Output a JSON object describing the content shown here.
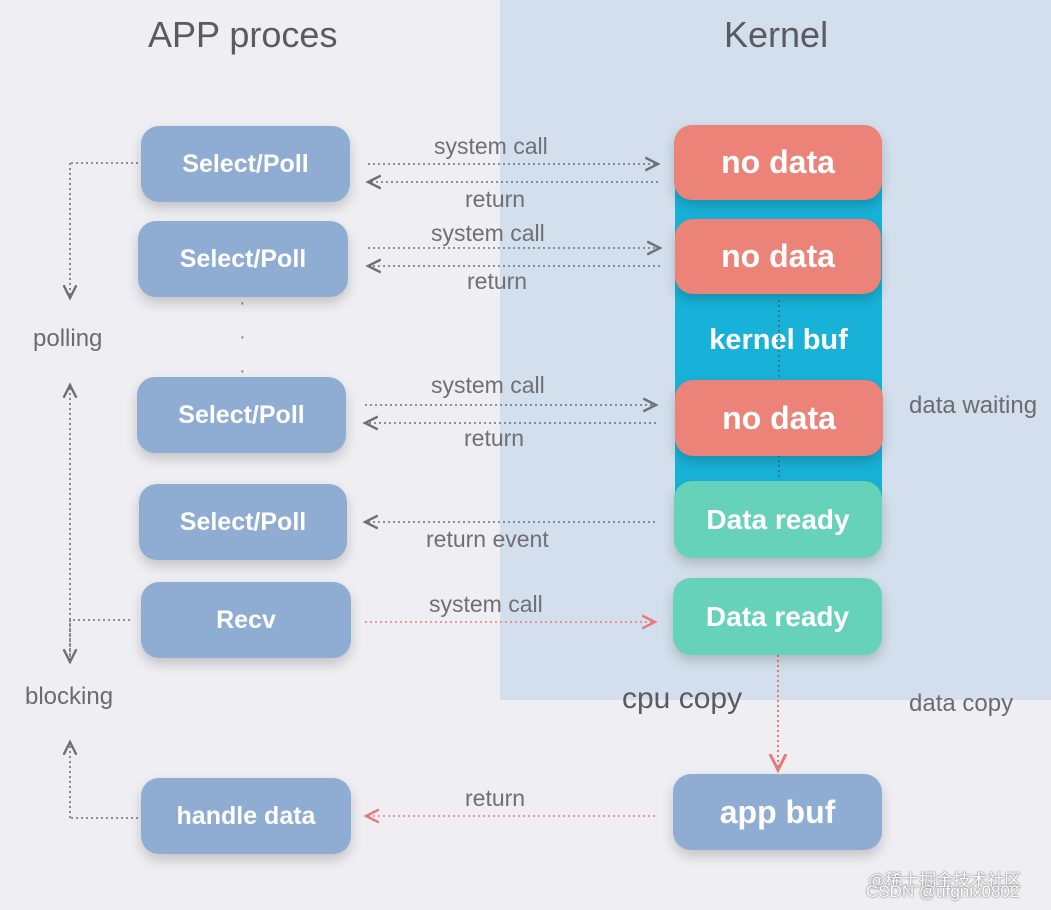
{
  "titles": {
    "app": "APP proces",
    "kernel": "Kernel"
  },
  "side_labels": {
    "polling": "polling",
    "blocking": "blocking",
    "data_waiting": "data waiting",
    "data_copy": "data copy",
    "cpu_copy": "cpu copy"
  },
  "app_boxes": [
    "Select/Poll",
    "Select/Poll",
    "Select/Poll",
    "Select/Poll",
    "Recv",
    "handle data"
  ],
  "kernel_boxes": [
    "no data",
    "no data",
    "no data",
    "Data ready",
    "Data ready",
    "app buf"
  ],
  "kernel_buf": "kernel buf",
  "arrow_labels": {
    "call1": "system call",
    "ret1": "return",
    "call2": "system call",
    "ret2": "return",
    "call3": "system call",
    "ret3": "return",
    "ret_event": "return event",
    "call_recv": "system call",
    "ret_handle": "return"
  },
  "watermark": {
    "line1": "@稀土掘金技术社区",
    "line2": "CSDN @ufgnix0802"
  },
  "colors": {
    "app_box": "#8fadd3",
    "no_data": "#ec8378",
    "data_ready": "#66d2b9",
    "kernel_buf": "#18b2d8",
    "kernel_bg": "#d3dfec",
    "copy_arrow": "#e87a7a"
  }
}
